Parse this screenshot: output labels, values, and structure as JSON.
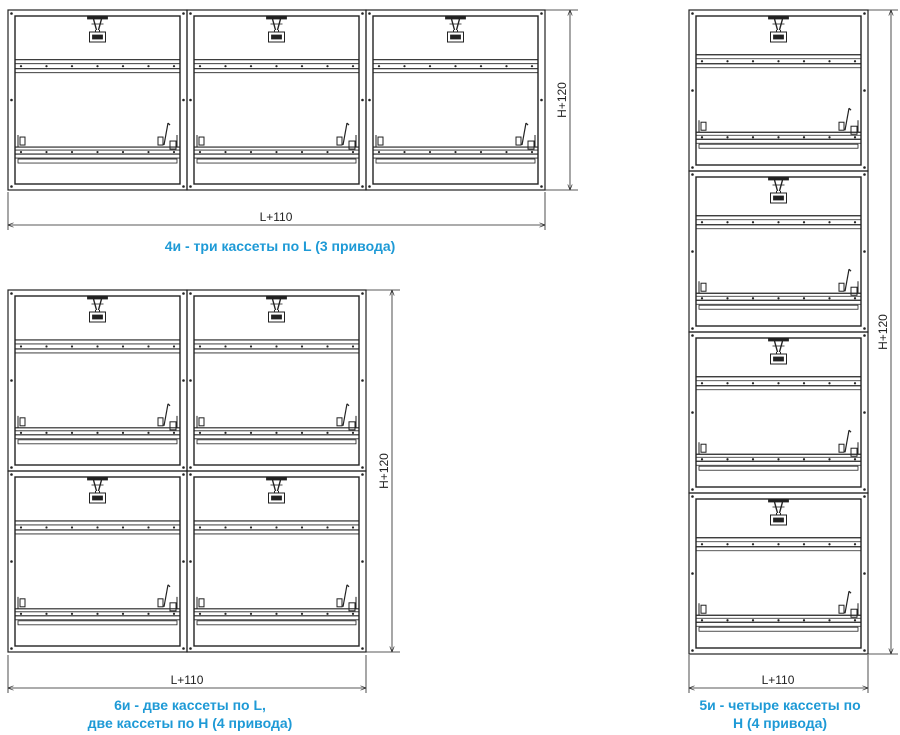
{
  "colors": {
    "caption": "#1e9ad6",
    "line": "#222222",
    "background": "#ffffff"
  },
  "diagrams": [
    {
      "id": "three-cassettes",
      "caption_line1": "4и - три кассеты по L (3 привода)",
      "caption_line2": "",
      "width_label": "L+110",
      "height_label": "H+120",
      "columns": 3,
      "rows": 1
    },
    {
      "id": "four-cassettes-grid",
      "caption_line1": "6и - две кассеты по L,",
      "caption_line2": "две кассеты по H (4 привода)",
      "width_label": "L+110",
      "height_label": "H+120",
      "columns": 2,
      "rows": 2
    },
    {
      "id": "four-cassettes-column",
      "caption_line1": "5и - четыре кассеты по",
      "caption_line2": "H (4 привода)",
      "width_label": "L+110",
      "height_label": "H+120",
      "columns": 1,
      "rows": 4
    }
  ]
}
